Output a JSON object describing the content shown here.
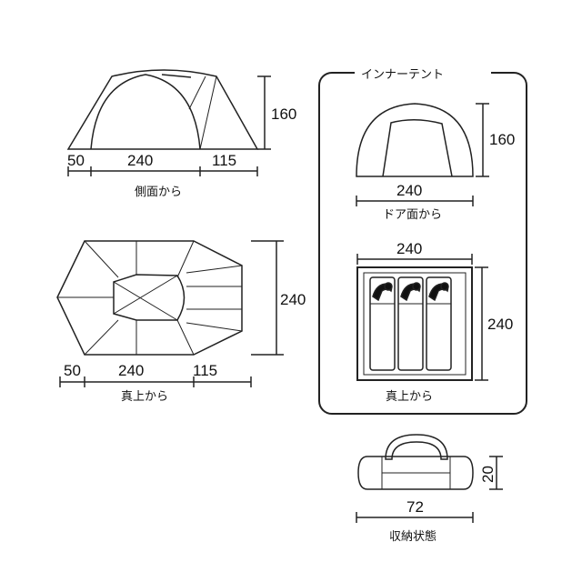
{
  "side_view": {
    "w1": "50",
    "w2": "240",
    "w3": "115",
    "h": "160",
    "caption": "側面から"
  },
  "top_view": {
    "w1": "50",
    "w2": "240",
    "w3": "115",
    "h": "240",
    "caption": "真上から"
  },
  "inner_tent": {
    "title": "インナーテント",
    "door_view": {
      "w": "240",
      "h": "160",
      "caption": "ドア面から"
    },
    "top_view": {
      "w": "240",
      "h": "240",
      "caption": "真上から"
    }
  },
  "storage": {
    "w": "72",
    "h": "20",
    "caption": "収納状態"
  }
}
